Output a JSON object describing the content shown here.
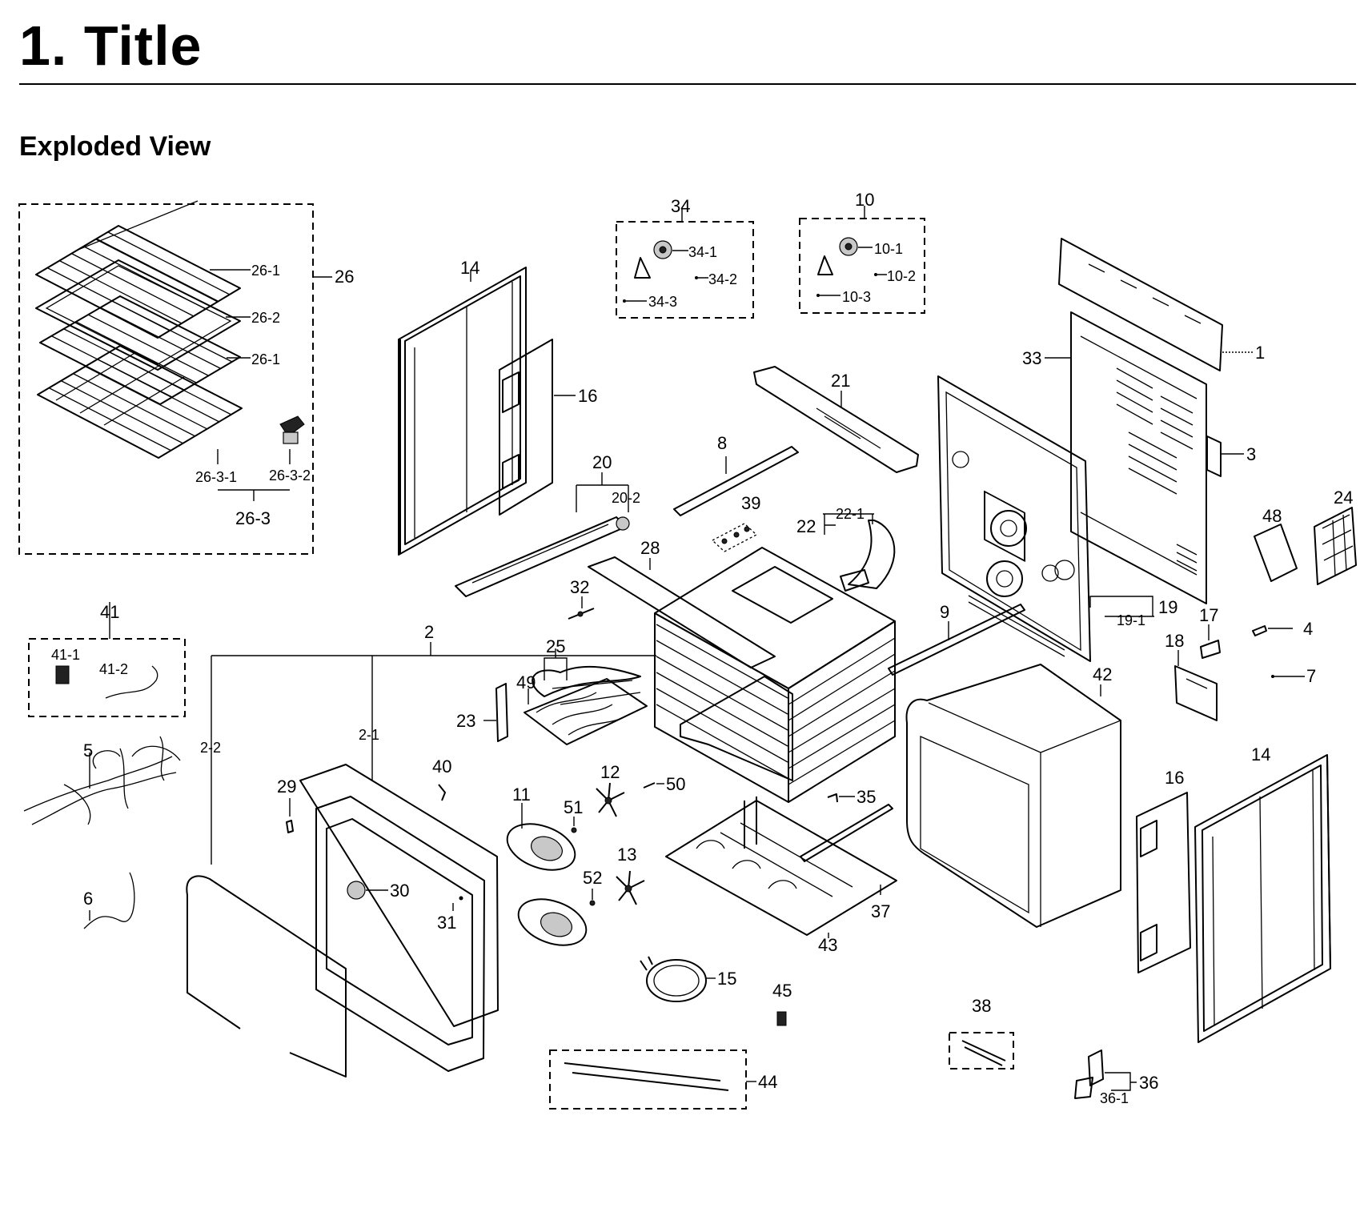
{
  "header": {
    "title": "1.  Title",
    "section": "Exploded View"
  },
  "labels": {
    "p1": "1",
    "p2": "2",
    "p2_1": "2-1",
    "p2_2": "2-2",
    "p3": "3",
    "p4": "4",
    "p5": "5",
    "p6": "6",
    "p7": "7",
    "p8": "8",
    "p9": "9",
    "p10": "10",
    "p10_1": "10-1",
    "p10_2": "10-2",
    "p10_3": "10-3",
    "p11": "11",
    "p12": "12",
    "p13": "13",
    "p14a": "14",
    "p14b": "14",
    "p15": "15",
    "p16a": "16",
    "p16b": "16",
    "p17": "17",
    "p18": "18",
    "p19": "19",
    "p19_1": "19-1",
    "p20": "20",
    "p20_2": "20-2",
    "p21": "21",
    "p22": "22",
    "p22_1": "22-1",
    "p23": "23",
    "p24": "24",
    "p25": "25",
    "p26": "26",
    "p26_1a": "26-1",
    "p26_1b": "26-1",
    "p26_2": "26-2",
    "p26_3": "26-3",
    "p26_3_1": "26-3-1",
    "p26_3_2": "26-3-2",
    "p28": "28",
    "p29": "29",
    "p30": "30",
    "p31": "31",
    "p32": "32",
    "p33": "33",
    "p34": "34",
    "p34_1": "34-1",
    "p34_2": "34-2",
    "p34_3": "34-3",
    "p35": "35",
    "p36": "36",
    "p36_1": "36-1",
    "p37": "37",
    "p38": "38",
    "p39": "39",
    "p40": "40",
    "p41": "41",
    "p41_1": "41-1",
    "p41_2": "41-2",
    "p42": "42",
    "p43": "43",
    "p44": "44",
    "p45": "45",
    "p48": "48",
    "p49": "49",
    "p50": "50",
    "p51": "51",
    "p52": "52"
  }
}
